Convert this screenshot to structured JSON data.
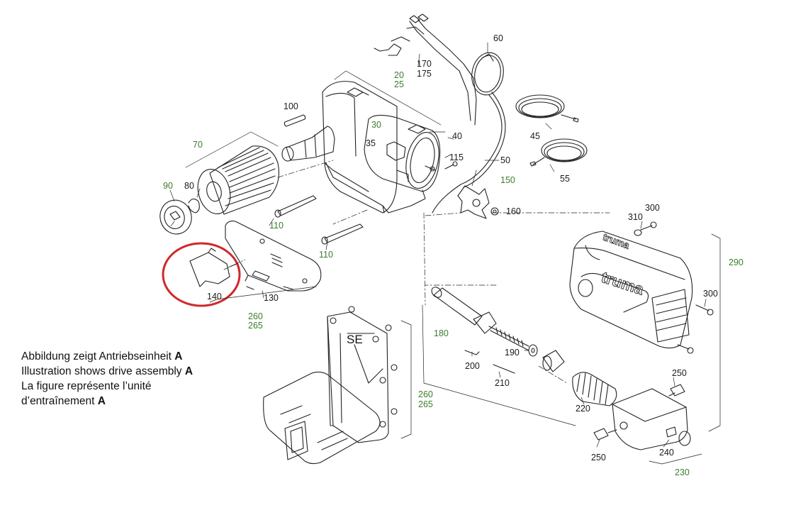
{
  "caption": {
    "lines": [
      {
        "text": "Abbildung zeigt Antriebseinheit ",
        "bold": "A"
      },
      {
        "text": "Illustration shows drive assembly ",
        "bold": "A"
      },
      {
        "text": "La figure représente l’unité",
        "bold": ""
      },
      {
        "text": "d’entraînement ",
        "bold": "A"
      }
    ]
  },
  "logo_text": "truma",
  "bracket_mark": "SE",
  "colors": {
    "green_label": "#3c7d2c",
    "black_label": "#1a1a1a",
    "highlight": "#d0282b",
    "line": "#222222"
  },
  "labels": [
    {
      "id": "p60",
      "text": "60",
      "color": "black"
    },
    {
      "id": "p170",
      "text": "170",
      "color": "black"
    },
    {
      "id": "p175",
      "text": "175",
      "color": "black"
    },
    {
      "id": "p20",
      "text": "20",
      "color": "green"
    },
    {
      "id": "p25",
      "text": "25",
      "color": "green"
    },
    {
      "id": "p100",
      "text": "100",
      "color": "black"
    },
    {
      "id": "p30",
      "text": "30",
      "color": "green"
    },
    {
      "id": "p35",
      "text": "35",
      "color": "black"
    },
    {
      "id": "p40",
      "text": "40",
      "color": "black"
    },
    {
      "id": "p45",
      "text": "45",
      "color": "black"
    },
    {
      "id": "p115",
      "text": "115",
      "color": "black"
    },
    {
      "id": "p50",
      "text": "50",
      "color": "black"
    },
    {
      "id": "p55",
      "text": "55",
      "color": "black"
    },
    {
      "id": "p70",
      "text": "70",
      "color": "green"
    },
    {
      "id": "p90",
      "text": "90",
      "color": "green"
    },
    {
      "id": "p80",
      "text": "80",
      "color": "black"
    },
    {
      "id": "p150",
      "text": "150",
      "color": "green"
    },
    {
      "id": "p160",
      "text": "160",
      "color": "black"
    },
    {
      "id": "p310",
      "text": "310",
      "color": "black"
    },
    {
      "id": "p300a",
      "text": "300",
      "color": "black"
    },
    {
      "id": "p110a",
      "text": "110",
      "color": "green"
    },
    {
      "id": "p110b",
      "text": "110",
      "color": "green"
    },
    {
      "id": "p290",
      "text": "290",
      "color": "green"
    },
    {
      "id": "p140",
      "text": "140",
      "color": "black"
    },
    {
      "id": "p130",
      "text": "130",
      "color": "black"
    },
    {
      "id": "p300b",
      "text": "300",
      "color": "black"
    },
    {
      "id": "p260a",
      "text": "260",
      "color": "green"
    },
    {
      "id": "p265a",
      "text": "265",
      "color": "green"
    },
    {
      "id": "p180",
      "text": "180",
      "color": "green"
    },
    {
      "id": "p190",
      "text": "190",
      "color": "black"
    },
    {
      "id": "p200",
      "text": "200",
      "color": "black"
    },
    {
      "id": "p210",
      "text": "210",
      "color": "black"
    },
    {
      "id": "p250a",
      "text": "250",
      "color": "black"
    },
    {
      "id": "p260b",
      "text": "260",
      "color": "green"
    },
    {
      "id": "p265b",
      "text": "265",
      "color": "green"
    },
    {
      "id": "p220",
      "text": "220",
      "color": "black"
    },
    {
      "id": "p240",
      "text": "240",
      "color": "black"
    },
    {
      "id": "p250b",
      "text": "250",
      "color": "black"
    },
    {
      "id": "p230",
      "text": "230",
      "color": "green"
    }
  ]
}
